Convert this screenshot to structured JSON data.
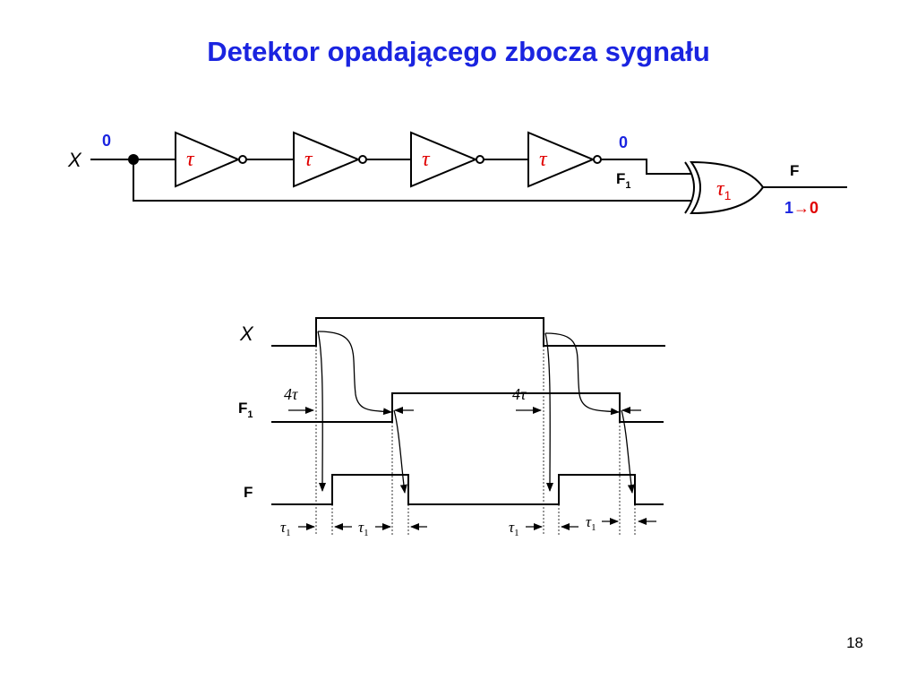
{
  "title": "Detektor opadającego zbocza sygnału",
  "page_number": "18",
  "colors": {
    "title": "#1a24e0",
    "tau_red": "#e00000",
    "value_blue": "#1a24e0",
    "value_red": "#e00000"
  },
  "circuit": {
    "input_label": "X",
    "input_value": "0",
    "inverter_label": "τ",
    "inverter_count": 4,
    "f1_value": "0",
    "f1_label": "F",
    "f1_sub": "1",
    "gate_label": "τ",
    "gate_sub": "1",
    "output_label": "F",
    "output_from": "1",
    "output_arrow": "→",
    "output_to": "0"
  },
  "timing": {
    "signals": [
      {
        "name": "X",
        "sub": ""
      },
      {
        "name": "F",
        "sub": "1"
      },
      {
        "name": "F",
        "sub": ""
      }
    ],
    "delay_label_4tau": "4τ",
    "tau1_label": "τ",
    "tau1_sub": "1"
  }
}
